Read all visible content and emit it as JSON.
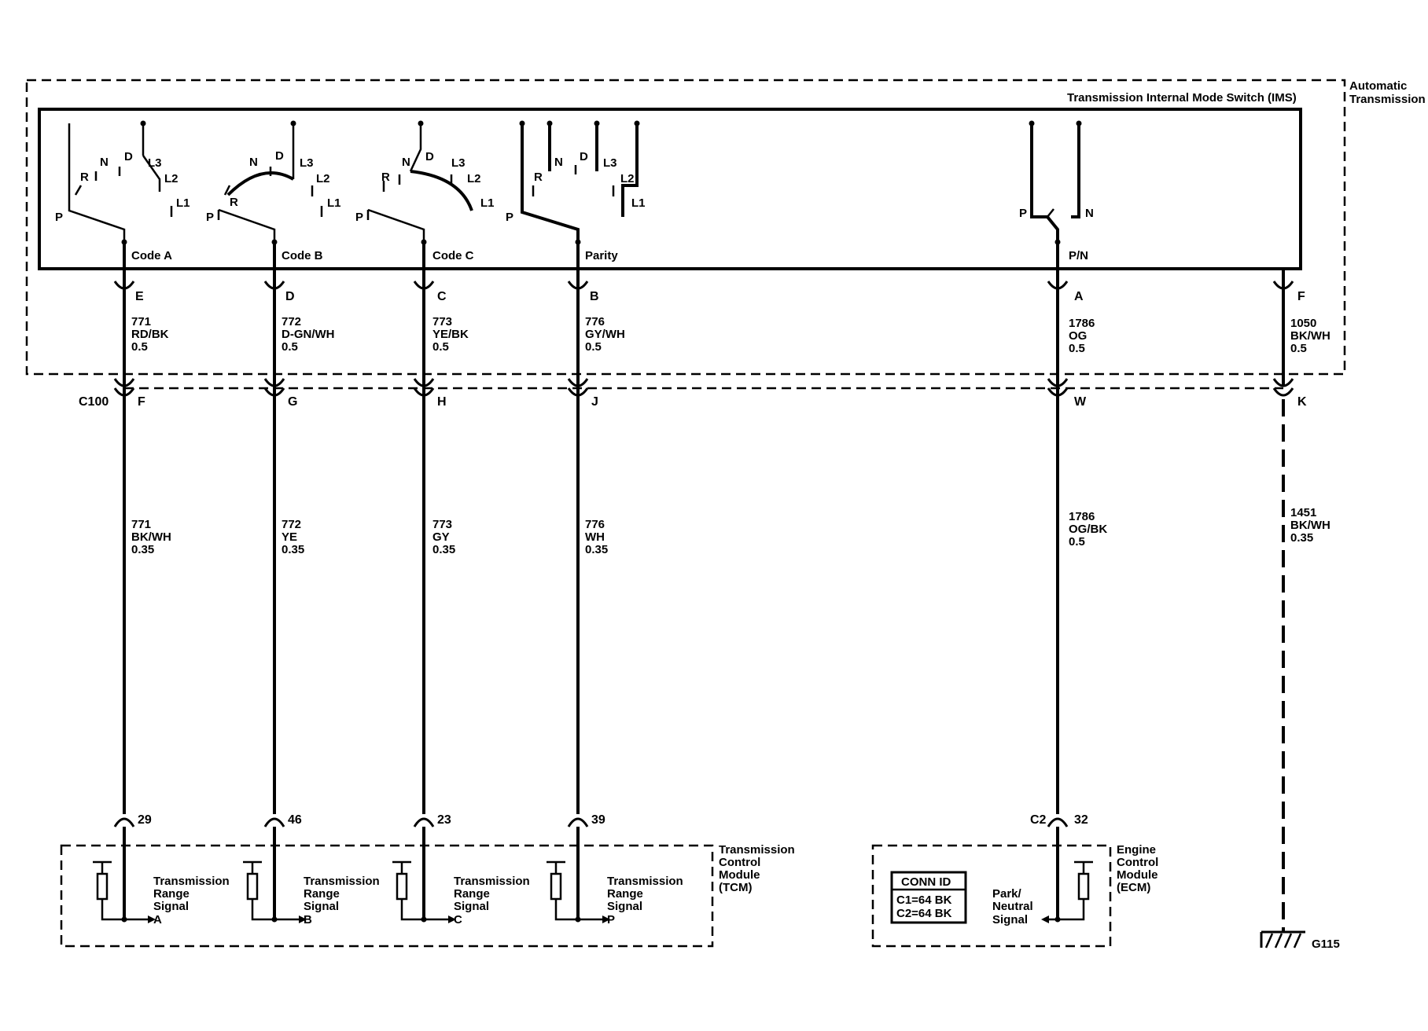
{
  "system": {
    "automatic_transmission": [
      "Automatic",
      "Transmission"
    ],
    "ims_title": "Transmission Internal Mode Switch (IMS)",
    "inline_connector": "C100",
    "ground": "G115"
  },
  "switch_positions": {
    "P": "P",
    "R": "R",
    "N": "N",
    "D": "D",
    "L3": "L3",
    "L2": "L2",
    "L1": "L1"
  },
  "circuits": [
    {
      "id": "code-a",
      "switch_label": "Code A",
      "ims_pin": "E",
      "wire_num": "771",
      "wire_color": "RD/BK",
      "wire_size": "0.5",
      "c100_pin": "F",
      "harness_num": "771",
      "harness_color": "BK/WH",
      "harness_size": "0.35",
      "module_pin": "29",
      "signal": [
        "Transmission",
        "Range",
        "Signal",
        "A"
      ]
    },
    {
      "id": "code-b",
      "switch_label": "Code B",
      "ims_pin": "D",
      "wire_num": "772",
      "wire_color": "D-GN/WH",
      "wire_size": "0.5",
      "c100_pin": "G",
      "harness_num": "772",
      "harness_color": "YE",
      "harness_size": "0.35",
      "module_pin": "46",
      "signal": [
        "Transmission",
        "Range",
        "Signal",
        "B"
      ]
    },
    {
      "id": "code-c",
      "switch_label": "Code C",
      "ims_pin": "C",
      "wire_num": "773",
      "wire_color": "YE/BK",
      "wire_size": "0.5",
      "c100_pin": "H",
      "harness_num": "773",
      "harness_color": "GY",
      "harness_size": "0.35",
      "module_pin": "23",
      "signal": [
        "Transmission",
        "Range",
        "Signal",
        "C"
      ]
    },
    {
      "id": "parity",
      "switch_label": "Parity",
      "ims_pin": "B",
      "wire_num": "776",
      "wire_color": "GY/WH",
      "wire_size": "0.5",
      "c100_pin": "J",
      "harness_num": "776",
      "harness_color": "WH",
      "harness_size": "0.35",
      "module_pin": "39",
      "signal": [
        "Transmission",
        "Range",
        "Signal",
        "P"
      ]
    },
    {
      "id": "pn",
      "switch_label": "P/N",
      "ims_pin": "A",
      "wire_num": "1786",
      "wire_color": "OG",
      "wire_size": "0.5",
      "c100_pin": "W",
      "harness_num": "1786",
      "harness_color": "OG/BK",
      "harness_size": "0.5",
      "module_conn": "C2",
      "module_pin": "32",
      "signal": [
        "Park/",
        "Neutral",
        "Signal"
      ]
    },
    {
      "id": "ground",
      "ims_pin": "F",
      "wire_num": "1050",
      "wire_color": "BK/WH",
      "wire_size": "0.5",
      "c100_pin": "K",
      "harness_num": "1451",
      "harness_color": "BK/WH",
      "harness_size": "0.35"
    }
  ],
  "tcm": {
    "name": [
      "Transmission",
      "Control",
      "Module",
      "(TCM)"
    ]
  },
  "ecm": {
    "name": [
      "Engine",
      "Control",
      "Module",
      "(ECM)"
    ]
  },
  "conn_id": {
    "title": "CONN ID",
    "rows": [
      "C1=64 BK",
      "C2=64 BK"
    ]
  }
}
